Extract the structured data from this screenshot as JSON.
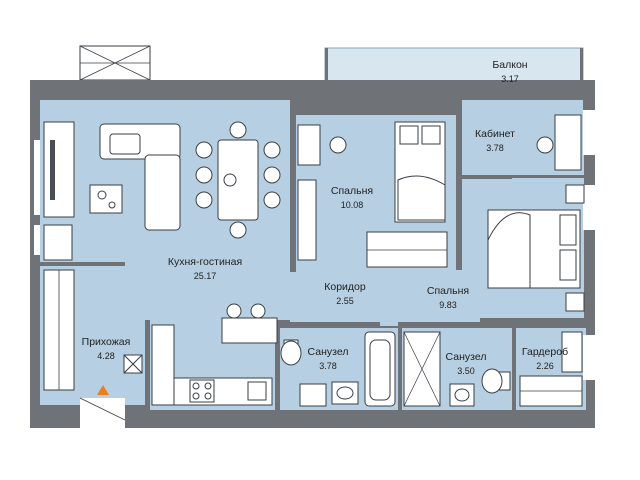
{
  "rooms": {
    "balcony": {
      "name": "Балкон",
      "area": "3.17"
    },
    "study": {
      "name": "Кабинет",
      "area": "3.78"
    },
    "bedroom1": {
      "name": "Спальня",
      "area": "10.08"
    },
    "kitchen": {
      "name": "Кухня-гостиная",
      "area": "25.17"
    },
    "corridor": {
      "name": "Коридор",
      "area": "2.55"
    },
    "bedroom2": {
      "name": "Спальня",
      "area": "9.83"
    },
    "hallway": {
      "name": "Прихожая",
      "area": "4.28"
    },
    "bathroom1": {
      "name": "Санузел",
      "area": "3.78"
    },
    "bathroom2": {
      "name": "Санузел",
      "area": "3.50"
    },
    "wardrobe": {
      "name": "Гардероб",
      "area": "2.26"
    }
  },
  "colors": {
    "floor": "#b7cfe2",
    "wall": "#6f7378",
    "balcony": "#d7e6ef",
    "entrance_marker": "#f07c1e"
  },
  "icons": [
    "sofa-icon",
    "dining-table-icon",
    "bed-icon",
    "desk-icon",
    "toilet-icon",
    "bathtub-icon",
    "shower-icon",
    "sink-icon",
    "stove-icon",
    "wardrobe-icon",
    "entrance-arrow-icon"
  ]
}
